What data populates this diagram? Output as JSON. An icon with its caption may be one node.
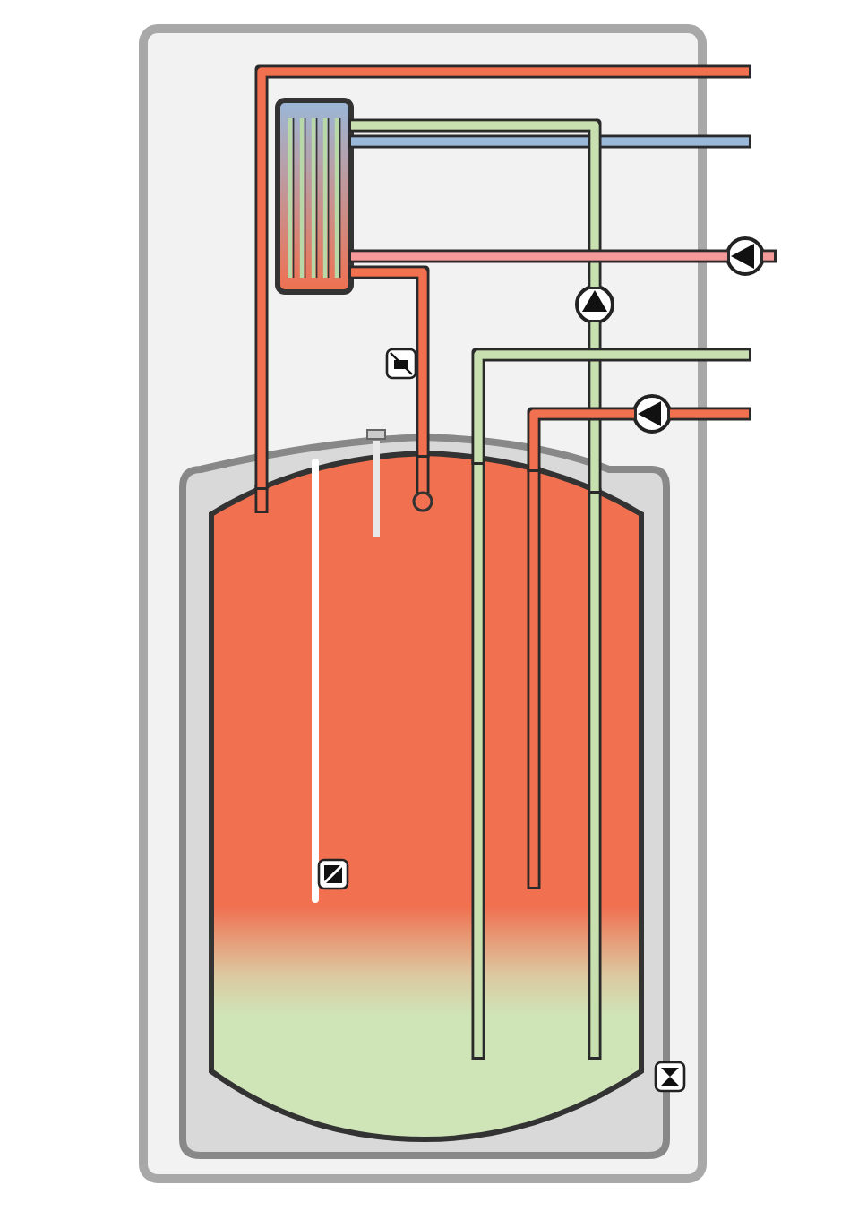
{
  "diagram": {
    "nodes": [
      {
        "text": [],
        "shape": "box"
      },
      {
        "text": [],
        "shape": "box",
        "in": 0
      },
      {
        "text": [],
        "shape": "cylinder",
        "in": 0
      },
      {
        "text": [],
        "shape": "circle"
      },
      {
        "text": [],
        "shape": "circle",
        "in": 0
      },
      {
        "text": [],
        "shape": "circle",
        "in": 0
      }
    ],
    "edges": [
      {
        "from": 2,
        "to": null,
        "arrow": "none",
        "color": "#f07050"
      },
      {
        "from": 1,
        "to": null,
        "arrow": "none",
        "color": "#9ab8d8"
      },
      {
        "from": 1,
        "to": 4,
        "arrow": "none",
        "color": "#c8e0b0"
      },
      {
        "from": 4,
        "to": 2,
        "arrow": "none",
        "color": "#c8e0b0"
      },
      {
        "from": 1,
        "to": 3,
        "arrow": "none",
        "color": "#f59a9a"
      },
      {
        "from": 3,
        "to": null,
        "arrow": "none",
        "color": "#f59a9a"
      },
      {
        "from": 1,
        "to": 2,
        "arrow": "none",
        "color": "#f07050"
      },
      {
        "from": 2,
        "to": null,
        "arrow": "none",
        "color": "#c8e0b0"
      },
      {
        "from": 2,
        "to": 5,
        "arrow": "none",
        "color": "#f07050"
      },
      {
        "from": 5,
        "to": null,
        "arrow": "none",
        "color": "#f07050"
      }
    ]
  }
}
